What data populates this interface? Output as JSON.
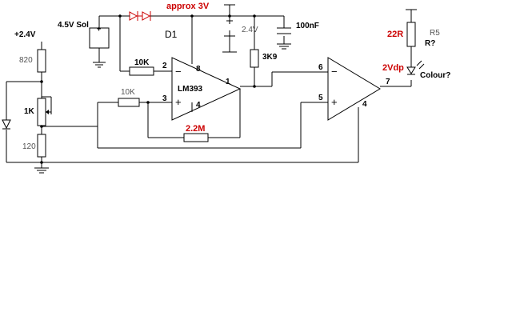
{
  "labels": {
    "supply_left": "+2.4V",
    "r_820": "820",
    "r_1k": "1K",
    "r_120": "120",
    "sol_label": "4.5V Sol",
    "sol_plus": "+",
    "approx": "approx 3V",
    "d1": "D1",
    "v24": "2.4V",
    "cap": "100nF",
    "r_10k_top": "10K",
    "r_10k_low": "10K",
    "r_3k9": "3K9",
    "r_22m": "2.2M",
    "opamp1": "LM393",
    "r_22r": "22R",
    "r5": "R5",
    "r_q": "R?",
    "vled": "2Vdp",
    "colour": "Colour?"
  },
  "pins": {
    "p2": "2",
    "p3": "3",
    "p8": "8",
    "p4a": "4",
    "p1": "1",
    "p6": "6",
    "p5": "5",
    "p7": "7",
    "p4b": "4"
  },
  "opamp_signs": {
    "u1_minus": "−",
    "u1_plus": "+",
    "u2_minus": "−",
    "u2_plus": "+"
  },
  "colors": {
    "wire": "#000000",
    "accent": "#cc0000",
    "muted": "#555555"
  }
}
